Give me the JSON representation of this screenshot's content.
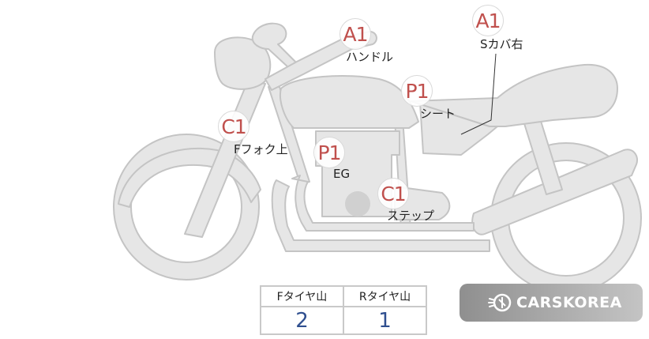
{
  "markers": [
    {
      "id": "handle",
      "code": "A1",
      "label": "ハンドル"
    },
    {
      "id": "side-cover-right",
      "code": "A1",
      "label": "Sカバ右"
    },
    {
      "id": "seat",
      "code": "P1",
      "label": "シート"
    },
    {
      "id": "front-fork-upper",
      "code": "C1",
      "label": "Fフォク上"
    },
    {
      "id": "engine",
      "code": "P1",
      "label": "EG"
    },
    {
      "id": "step",
      "code": "C1",
      "label": "ステップ"
    }
  ],
  "tire_table": {
    "headers": [
      "Fタイヤ山",
      "Rタイヤ山"
    ],
    "values": [
      "2",
      "1"
    ]
  },
  "logo": {
    "text": "CARSKOREA"
  }
}
